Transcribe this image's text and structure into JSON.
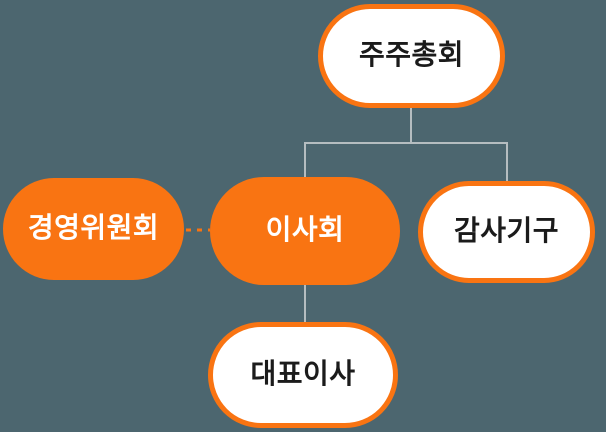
{
  "colors": {
    "background": "#4C666F",
    "accent_orange": "#F97412",
    "connector_gray": "#B5BDC0",
    "node_fill_white": "#FFFFFF",
    "text_dark": "#1B1B1B",
    "text_on_orange": "#FFFFFF"
  },
  "diagram": {
    "type": "org-chart",
    "nodes": [
      {
        "id": "shareholders-meeting",
        "label": "주주총회",
        "style": "outline"
      },
      {
        "id": "management-committee",
        "label": "경영위원회",
        "style": "filled"
      },
      {
        "id": "board-of-directors",
        "label": "이사회",
        "style": "filled"
      },
      {
        "id": "audit-organization",
        "label": "감사기구",
        "style": "outline"
      },
      {
        "id": "ceo",
        "label": "대표이사",
        "style": "outline"
      }
    ],
    "edges": [
      {
        "from": "shareholders-meeting",
        "to": "board-of-directors",
        "style": "solid"
      },
      {
        "from": "shareholders-meeting",
        "to": "audit-organization",
        "style": "solid"
      },
      {
        "from": "board-of-directors",
        "to": "ceo",
        "style": "solid"
      },
      {
        "from": "management-committee",
        "to": "board-of-directors",
        "style": "dashed"
      }
    ]
  }
}
